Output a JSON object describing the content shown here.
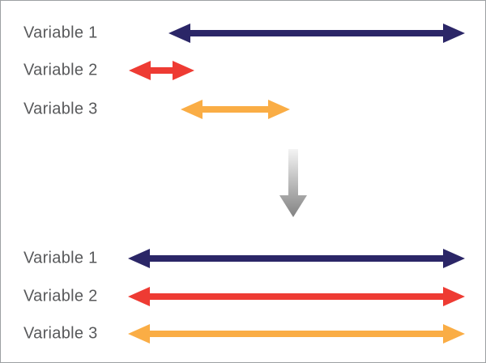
{
  "colors": {
    "variable1": "#2b2667",
    "variable2": "#ee3b33",
    "variable3": "#faad45",
    "label_text": "#58595b",
    "frame_border": "#9da0a3",
    "transform_arrow_top": "#f4f4f4",
    "transform_arrow_bottom": "#828282"
  },
  "before": {
    "rows": [
      {
        "label": "Variable 1"
      },
      {
        "label": "Variable 2"
      },
      {
        "label": "Variable 3"
      }
    ]
  },
  "after": {
    "rows": [
      {
        "label": "Variable 1"
      },
      {
        "label": "Variable 2"
      },
      {
        "label": "Variable 3"
      }
    ]
  }
}
